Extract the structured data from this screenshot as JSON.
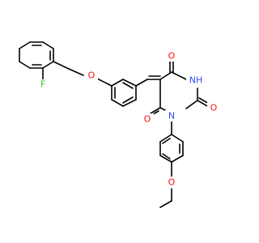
{
  "molecule": {
    "atoms": [
      {
        "id": "F",
        "text": "F",
        "color": "#33cc33"
      },
      {
        "id": "O_ether",
        "text": "O",
        "color": "#ff0d0d"
      },
      {
        "id": "O_top",
        "text": "O",
        "color": "#ff0d0d"
      },
      {
        "id": "NH",
        "text": "NH",
        "color": "#3050f8"
      },
      {
        "id": "O_right",
        "text": "O",
        "color": "#ff0d0d"
      },
      {
        "id": "O_left",
        "text": "O",
        "color": "#ff0d0d"
      },
      {
        "id": "N",
        "text": "N",
        "color": "#3050f8"
      },
      {
        "id": "O_methoxy",
        "text": "O",
        "color": "#ff0d0d"
      }
    ]
  }
}
